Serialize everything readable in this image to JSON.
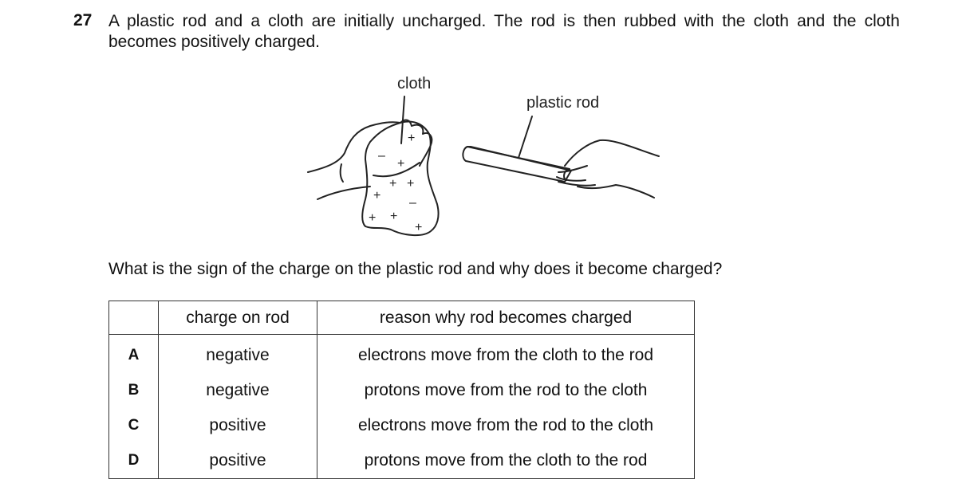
{
  "question": {
    "number": "27",
    "stem": "A plastic rod and a cloth are initially uncharged. The rod is then rubbed with the cloth and the cloth becomes positively charged.",
    "prompt": "What is the sign of the charge on the plastic rod and why does it become charged?"
  },
  "figure": {
    "label_cloth": "cloth",
    "label_rod": "plastic rod",
    "signs": {
      "plus": "+",
      "minus": "–"
    }
  },
  "table": {
    "headers": [
      "",
      "charge on rod",
      "reason why rod becomes charged"
    ],
    "rows": [
      {
        "letter": "A",
        "charge": "negative",
        "reason": "electrons move from the cloth to the rod"
      },
      {
        "letter": "B",
        "charge": "negative",
        "reason": "protons move from the rod to the cloth"
      },
      {
        "letter": "C",
        "charge": "positive",
        "reason": "electrons move from the rod to the cloth"
      },
      {
        "letter": "D",
        "charge": "positive",
        "reason": "protons move from the cloth to the rod"
      }
    ]
  }
}
